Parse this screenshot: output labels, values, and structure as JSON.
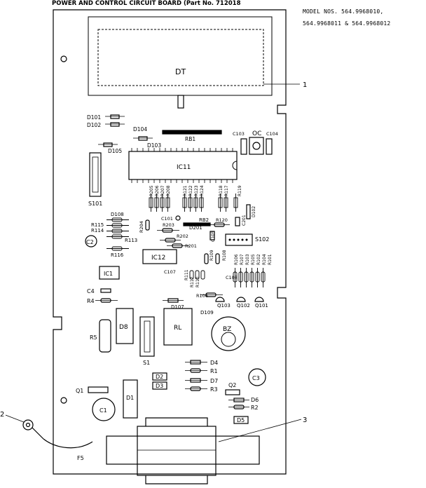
{
  "header": {
    "title": "POWER AND CONTROL CIRCUIT BOARD",
    "part_no": "(Part No. 712018",
    "model_line1": "MODEL NOS. 564.9968010,",
    "model_line2": "564.9968011 & 564.9968012"
  },
  "callouts": {
    "c1": "1",
    "c2": "2",
    "c3": "3"
  },
  "labels": {
    "DT": "DT",
    "D101": "D101",
    "D102": "D102",
    "D104": "D104",
    "D103": "D103",
    "D105": "D105",
    "RB1": "RB1",
    "C103": "C103",
    "OC": "OC",
    "C104": "C104",
    "IC11": "IC11",
    "S101": "S101",
    "R205": "R205",
    "R206": "R206",
    "R207": "R207",
    "R208": "R208",
    "R121": "R121",
    "R122": "R122",
    "R123": "R123",
    "R124": "R124",
    "R118": "R118",
    "R117": "R117",
    "R119": "R119",
    "D102b": "D102",
    "D108": "D108",
    "R115": "R115",
    "R114": "R114",
    "R113": "R113",
    "R116": "R116",
    "R204": "R204",
    "C101": "C101",
    "D201": "D201",
    "R203": "R203",
    "R120": "R120",
    "RB2": "RB2",
    "C105": "C105",
    "C201": "C201",
    "R202": "R202",
    "R201": "R201",
    "S102": "S102",
    "C2": "C2",
    "IC12": "IC12",
    "C107": "C107",
    "R109": "R109",
    "R108": "R108",
    "R106": "R106",
    "R107": "R107",
    "R103": "R103",
    "R105": "R105",
    "R102": "R102",
    "R104": "R104",
    "R101": "R101",
    "IC1": "IC1",
    "R111": "R111",
    "R112": "R112",
    "R110": "R110",
    "C108": "C108",
    "C4": "C4",
    "R4": "R4",
    "R106b": "R106",
    "D107": "D107",
    "Q103": "Q103",
    "D109": "D109",
    "Q102": "Q102",
    "Q101": "Q101",
    "D8": "D8",
    "RL": "RL",
    "BZ": "BZ",
    "R5": "R5",
    "S1": "S1",
    "D4": "D4",
    "R1": "R1",
    "C3": "C3",
    "D2": "D2",
    "D3": "D3",
    "D7": "D7",
    "R3": "R3",
    "Q2": "Q2",
    "Q1": "Q1",
    "D1": "D1",
    "C1": "C1",
    "D6": "D6",
    "R2": "R2",
    "D5": "D5",
    "F5": "F5"
  }
}
